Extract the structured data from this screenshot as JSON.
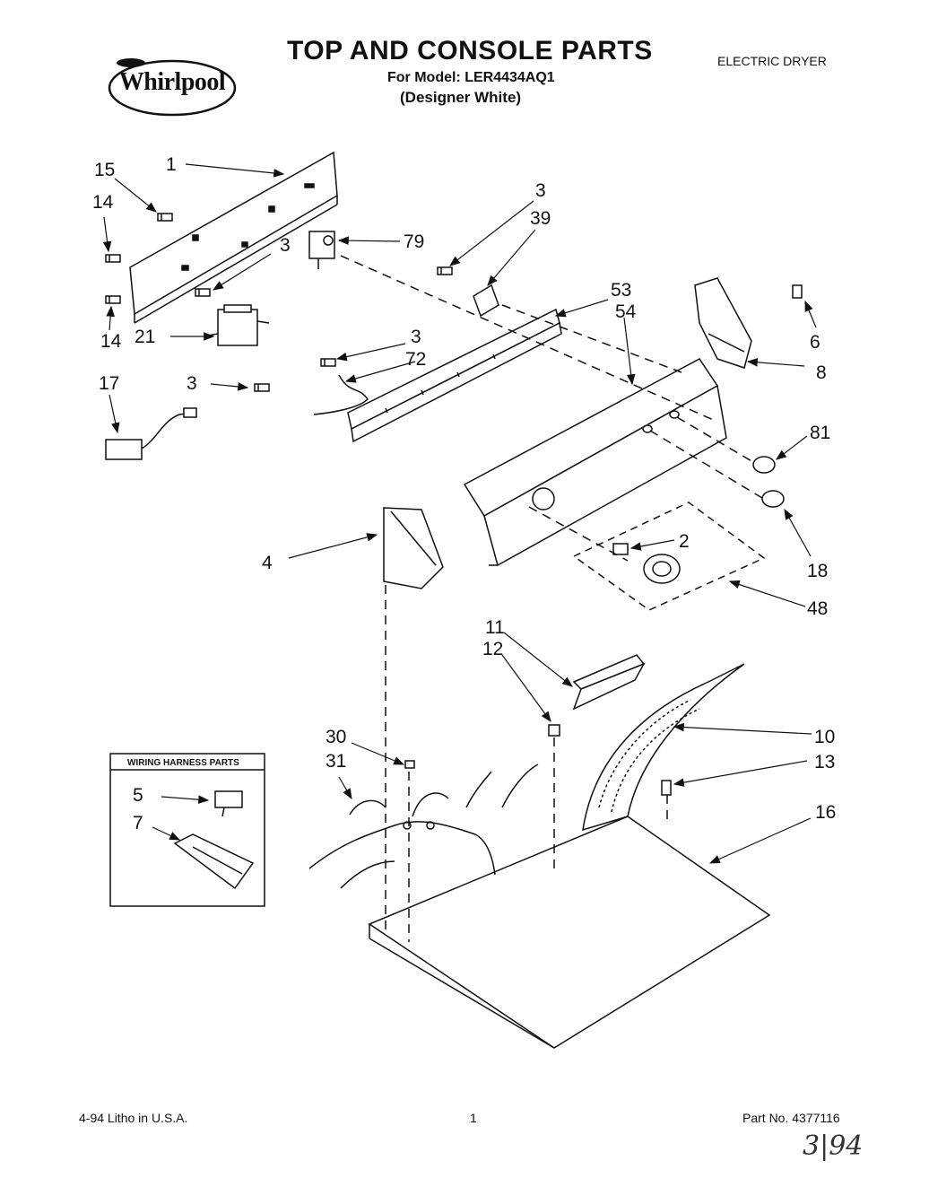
{
  "header": {
    "brand": "Whirlpool",
    "title": "TOP AND CONSOLE PARTS",
    "model_line": "For Model: LER4434AQ1",
    "color_line": "(Designer White)",
    "appliance_type": "ELECTRIC DRYER"
  },
  "callouts": {
    "c1": "1",
    "c15": "15",
    "c14a": "14",
    "c14b": "14",
    "c3a": "3",
    "c21": "21",
    "c3b": "3",
    "c17": "17",
    "c79": "79",
    "c3c": "3",
    "c39": "39",
    "c53": "53",
    "c54": "54",
    "c3d": "3",
    "c72": "72",
    "c6": "6",
    "c8": "8",
    "c81": "81",
    "c4": "4",
    "c2": "2",
    "c18": "18",
    "c48": "48",
    "c11": "11",
    "c12": "12",
    "c30": "30",
    "c31": "31",
    "c10": "10",
    "c13": "13",
    "c16": "16",
    "c5": "5",
    "c7": "7"
  },
  "wiring_box": {
    "title": "WIRING HARNESS PARTS"
  },
  "footer": {
    "date_litho": "4-94  Litho in U.S.A.",
    "page": "1",
    "part_number": "Part No. 4377116"
  },
  "handwritten_note": "3|94"
}
